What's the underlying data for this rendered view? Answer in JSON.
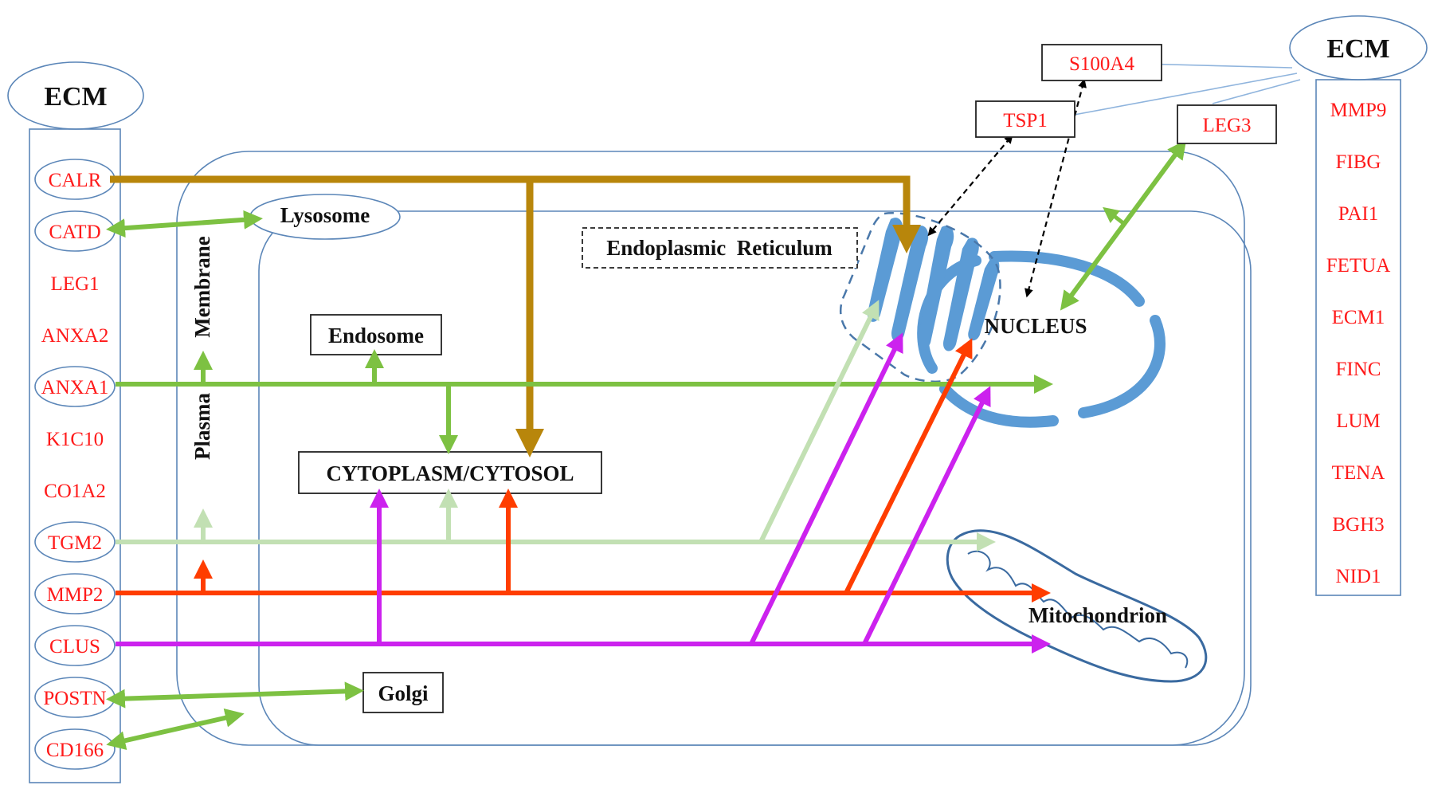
{
  "ecm_left": {
    "title": "ECM",
    "proteins": [
      "CALR",
      "CATD",
      "LEG1",
      "ANXA2",
      "ANXA1",
      "K1C10",
      "CO1A2",
      "TGM2",
      "MMP2",
      "CLUS",
      "POSTN",
      "CD166"
    ]
  },
  "ecm_right": {
    "title": "ECM",
    "proteins": [
      "MMP9",
      "FIBG",
      "PAI1",
      "FETUA",
      "ECM1",
      "FINC",
      "LUM",
      "TENA",
      "BGH3",
      "NID1"
    ]
  },
  "top_proteins": {
    "s100a4": "S100A4",
    "tsp1": "TSP1",
    "leg3": "LEG3"
  },
  "compartments": {
    "lysosome": "Lysosome",
    "plasma": "Plasma",
    "membrane": "Membrane",
    "endosome": "Endosome",
    "er": "Endoplasmic  Reticulum",
    "cytoplasm": "CYTOPLASM/CYTOSOL",
    "nucleus": "NUCLEUS",
    "mitochondrion": "Mitochondrion",
    "golgi": "Golgi"
  },
  "colors": {
    "calr": "#b8860b",
    "green": "#7dc142",
    "tgm2": "#c2e0b3",
    "mmp2": "#ff3d00",
    "clus": "#cc22ee",
    "protein_text": "#ff1a1a",
    "outline": "#5b86b8",
    "organelle": "#5b9bd5"
  }
}
